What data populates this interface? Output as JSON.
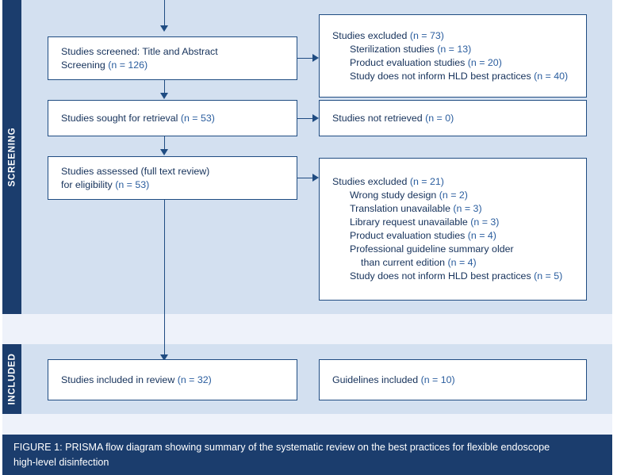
{
  "figure": {
    "caption_line1": "FIGURE 1: PRISMA flow diagram showing summary of the systematic review on the best practices for flexible endoscope",
    "caption_line2": "high-level disinfection",
    "colors": {
      "stage_bar": "#1b3d6d",
      "band": "#d3e0f0",
      "gap": "#eef2fa",
      "box_border": "#1f4c82",
      "text": "#15315a",
      "count_text": "#2a5d9e"
    }
  },
  "stages": [
    {
      "label": "SCREENING"
    },
    {
      "label": "INCLUDED"
    }
  ],
  "boxes": {
    "screened": {
      "lines": [
        "Studies screened: Title and Abstract",
        "Screening (n = 126)"
      ]
    },
    "sought": {
      "lines": [
        "Studies sought for retrieval (n = 53)"
      ]
    },
    "assessed": {
      "lines": [
        "Studies assessed (full text review)",
        "for eligibility (n = 53)"
      ]
    },
    "excluded_screening": {
      "lines": [
        "Studies excluded (n = 73)",
        "Sterilization studies (n = 13)",
        "Product evaluation studies (n = 20)",
        "Study does not inform HLD best practices (n = 40)"
      ]
    },
    "not_retrieved": {
      "lines": [
        "Studies not retrieved (n = 0)"
      ]
    },
    "excluded_eligibility": {
      "lines": [
        "Studies excluded (n = 21)",
        "Wrong study design (n = 2)",
        "Translation unavailable (n = 3)",
        "Library request unavailable (n = 3)",
        "Product evaluation studies (n = 4)",
        "Professional guideline summary older",
        "than current edition (n = 4)",
        "Study does not inform HLD best practices (n = 5)"
      ]
    },
    "included_studies": {
      "lines": [
        "Studies included in review (n = 32)"
      ]
    },
    "included_guidelines": {
      "lines": [
        "Guidelines included (n = 10)"
      ]
    }
  }
}
